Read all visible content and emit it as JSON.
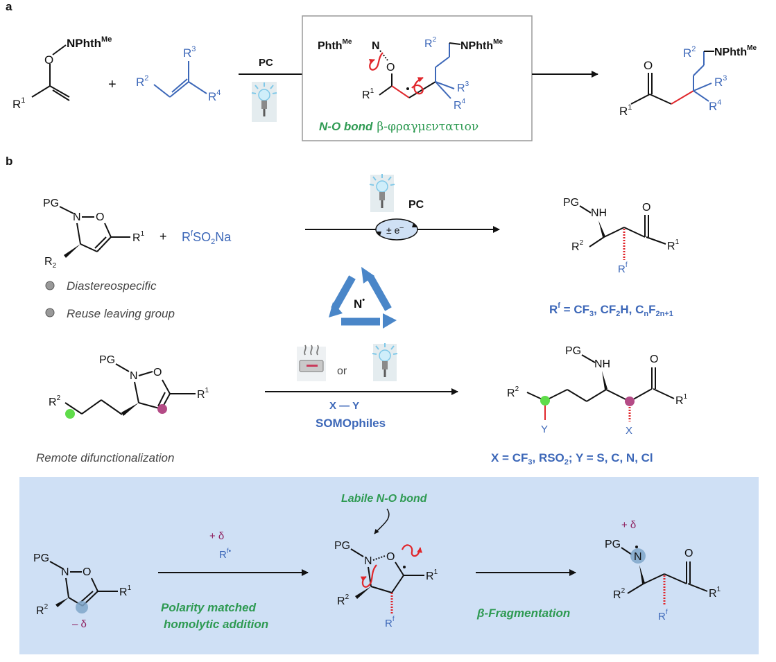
{
  "panel_a": {
    "label": "a",
    "reactant1": {
      "group": "NPhth",
      "group_sup": "Me",
      "o": "O",
      "r": "R",
      "r_sup": "1"
    },
    "plus": "+",
    "alkene": {
      "r2": "R",
      "r2_sup": "2",
      "r3": "R",
      "r3_sup": "3",
      "r4": "R",
      "r4_sup": "4"
    },
    "arrow_label": "PC",
    "box": {
      "phth_left": "Phth",
      "phth_left_sup": "Me",
      "n": "N",
      "o": "O",
      "r1": "R",
      "r1_sup": "1",
      "r2": "R",
      "r2_sup": "2",
      "nphth": "NPhth",
      "nphth_sup": "Me",
      "r3": "R",
      "r3_sup": "3",
      "r4": "R",
      "r4_sup": "4",
      "caption_bold": "N-O bond",
      "caption_rest": "β-φραγμεντατιον"
    },
    "product": {
      "o": "O",
      "r1": "R",
      "r1_sup": "1",
      "r2": "R",
      "r2_sup": "2",
      "nphth": "NPhth",
      "nphth_sup": "Me",
      "r3": "R",
      "r3_sup": "3",
      "r4": "R",
      "r4_sup": "4"
    }
  },
  "panel_b": {
    "label": "b",
    "row1": {
      "pg": "PG",
      "n": "N",
      "o": "O",
      "r1": "R",
      "r1_sup": "1",
      "r2": "R",
      "r2_sub": "2",
      "plus": "+",
      "reagent": "R",
      "reagent_sup": "f",
      "reagent_rest": "SO",
      "reagent_sub": "2",
      "reagent_end": "Na",
      "arrow_label": "PC",
      "electron": "± e",
      "electron_sup": "–",
      "features": [
        "Diastereospecific",
        "Reuse leaving group"
      ],
      "product": {
        "pg": "PG",
        "nh": "NH",
        "o": "O",
        "r2": "R",
        "r2_sup": "2",
        "r1": "R",
        "r1_sup": "1",
        "rf": "R",
        "rf_sup": "f"
      },
      "scope": {
        "prefix": "R",
        "prefix_sup": "f",
        "text1": " = CF",
        "sub1": "3",
        "text2": ", CF",
        "sub2": "2",
        "text3": "H, C",
        "sub3": "n",
        "text4": "F",
        "sub4": "2n+1"
      }
    },
    "recycle": {
      "label": "N",
      "label_sup": "•"
    },
    "row2": {
      "pg": "PG",
      "n": "N",
      "o": "O",
      "r1": "R",
      "r1_sup": "1",
      "r2": "R",
      "r2_sup": "2",
      "or": "or",
      "xy": "X — Y",
      "somophiles": "SOMOphiles",
      "caption": "Remote difunctionalization",
      "product": {
        "pg": "PG",
        "nh": "NH",
        "o": "O",
        "r2": "R",
        "r2_sup": "2",
        "r1": "R",
        "r1_sup": "1",
        "y": "Y",
        "x": "X"
      },
      "scope": {
        "text1": "X = CF",
        "sub1": "3",
        "text2": ", RSO",
        "sub2": "2",
        "text3": "; Y = S, C, N, Cl"
      }
    },
    "mechanism": {
      "left": {
        "pg": "PG",
        "n": "N",
        "o": "O",
        "r1": "R",
        "r1_sup": "1",
        "r2": "R",
        "r2_sup": "2",
        "delta": "– δ"
      },
      "arrow1": {
        "delta": "+ δ",
        "radical": "R",
        "radical_sup": "f•",
        "caption1": "Polarity matched",
        "caption2": "homolytic addition"
      },
      "middle": {
        "label": "Labile N-O bond",
        "pg": "PG",
        "n": "N",
        "o": "O",
        "r1": "R",
        "r1_sup": "1",
        "r2": "R",
        "r2_sup": "2",
        "rf": "R",
        "rf_sup": "f"
      },
      "arrow2": {
        "caption": "β-Fragmentation"
      },
      "right": {
        "delta": "+ δ",
        "pg": "PG",
        "n": "N",
        "o": "O",
        "r2": "R",
        "r2_sup": "2",
        "r1": "R",
        "r1_sup": "1",
        "rf": "R",
        "rf_sup": "f"
      }
    }
  },
  "colors": {
    "black": "#111111",
    "blue": "#3c67b8",
    "green": "#2e9a52",
    "red": "#e0262b",
    "purple": "#8e1f5e",
    "box_bg": "#cfe0f5"
  },
  "icons": [
    "light-bulb-icon",
    "heating-plate-icon",
    "recycle-icon"
  ]
}
